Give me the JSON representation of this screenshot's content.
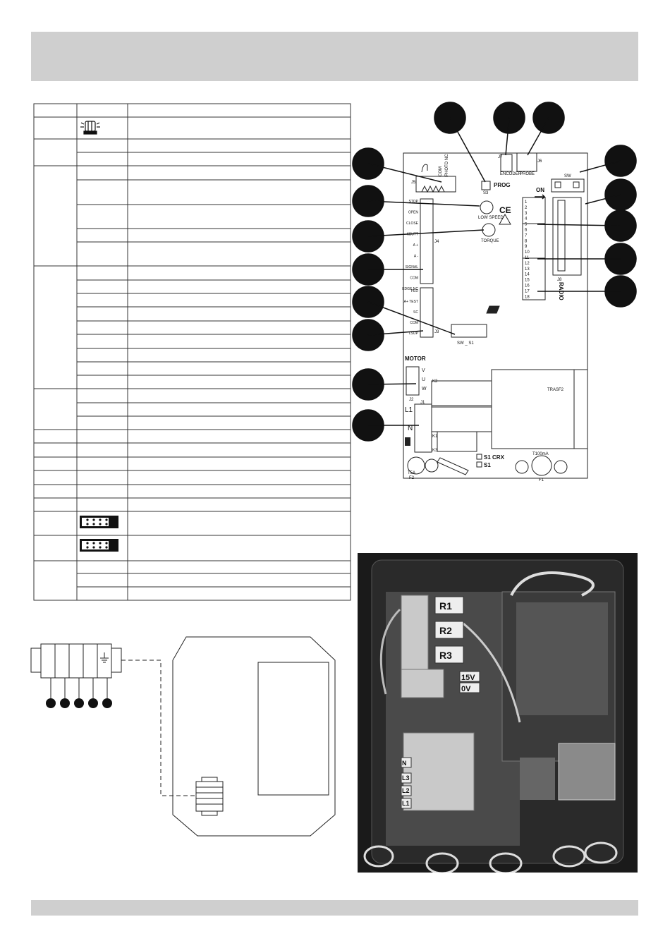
{
  "board": {
    "connectors": {
      "j5": "J5",
      "j7": "J7",
      "encoder": "ENCODER",
      "j6": "J6",
      "probe": "PROBE",
      "s3": "S3",
      "prog": "PROG",
      "sw": "SW",
      "on": "ON",
      "j8": "J8",
      "radio": "RADIO",
      "j4": "J4",
      "j3": "J3",
      "sw_s1": "SW _ S1",
      "motor": "MOTOR",
      "j2": "J2",
      "j1": "J1",
      "k1": "K1",
      "k2": "K2",
      "k3": "K3",
      "trasf2": "TRASF2",
      "l1": "L1",
      "n": "N",
      "s1_crx": "S1  CRX",
      "s1": "S1",
      "t100ma": "T100mA",
      "f1": "F1",
      "t5a": "T5A",
      "f2": "F2",
      "low_speed": "LOW SPEED",
      "torque": "TORQUE",
      "ce": "CE",
      "photo_nc": "PHOTO NC",
      "com": "COM"
    },
    "j4_terminals": [
      "STOP",
      "OPEN",
      "CLOSE",
      "KBUTT",
      "A +",
      "A -",
      "SIGNAL",
      "COM",
      "EDGE NC"
    ],
    "j3_terminals": [
      "PED",
      "A+ TEST",
      "SC",
      "COM",
      "LSUP"
    ],
    "motor_terminals": [
      "V",
      "U",
      "W"
    ],
    "dip_numbers": [
      "1",
      "2",
      "3",
      "4",
      "5",
      "6",
      "7",
      "8",
      "9",
      "10",
      "11",
      "12",
      "13",
      "14",
      "15",
      "16",
      "17",
      "18"
    ]
  },
  "photo": {
    "relays": [
      "R1",
      "R2",
      "R3"
    ],
    "supply": [
      "15V",
      "0V"
    ],
    "mains": [
      "N",
      "L3",
      "L2",
      "L1"
    ]
  }
}
